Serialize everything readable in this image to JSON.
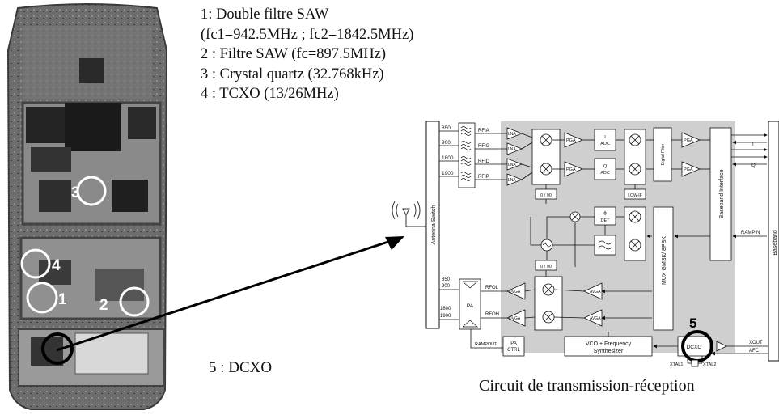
{
  "legend": {
    "item1": "1: Double filtre SAW",
    "item1b": "(fc1=942.5MHz ; fc2=1842.5MHz)",
    "item2": "2 : Filtre SAW (fc=897.5MHz)",
    "item3": "3 : Crystal quartz (32.768kHz)",
    "item4": "4 : TCXO (13/26MHz)",
    "item5": "5 : DCXO"
  },
  "pcb_markers": [
    "1",
    "2",
    "3",
    "4"
  ],
  "caption": "Circuit de transmission-réception",
  "diagram": {
    "highlight_marker": "5",
    "antenna_switch": "Antenna Switch",
    "baseband": "Baseband",
    "baseband_interface": "Baseband Interface",
    "bands": [
      "850",
      "900",
      "1800",
      "1900"
    ],
    "rf_inputs": [
      "RFIA",
      "RFIG",
      "RFID",
      "RFIP"
    ],
    "lna": "LNA",
    "pga": "PGA",
    "i_adc": [
      "I",
      "ADC"
    ],
    "q_adc": [
      "Q",
      "ADC"
    ],
    "digital_filter": "Digital Filter",
    "phase_0_90": "0 / 90",
    "low_if": "LOW-IF",
    "phi_det": [
      "ɸ",
      "DET"
    ],
    "mux": "MUX GMSK/ 8PSK",
    "dvga": "DVGA",
    "avga": "AVGA",
    "pa": "PA",
    "pa_bands_top": [
      "850",
      "900"
    ],
    "pa_bands_bottom": [
      "1800",
      "1900"
    ],
    "rfol": "RFOL",
    "rfoh": "RFOH",
    "rampout": "RAMPOUT",
    "rampin": "RAMPIN",
    "pa_ctrl": [
      "PA",
      "CTRL"
    ],
    "vco": [
      "VCO + Frequency",
      "Synthesizer"
    ],
    "dcxo": "DCXO",
    "xtal1": "XTAL1",
    "xtal2": "XTAL2",
    "xout": "XOUT",
    "afc": "AFC",
    "i_out": "I",
    "q_out": "Q"
  }
}
